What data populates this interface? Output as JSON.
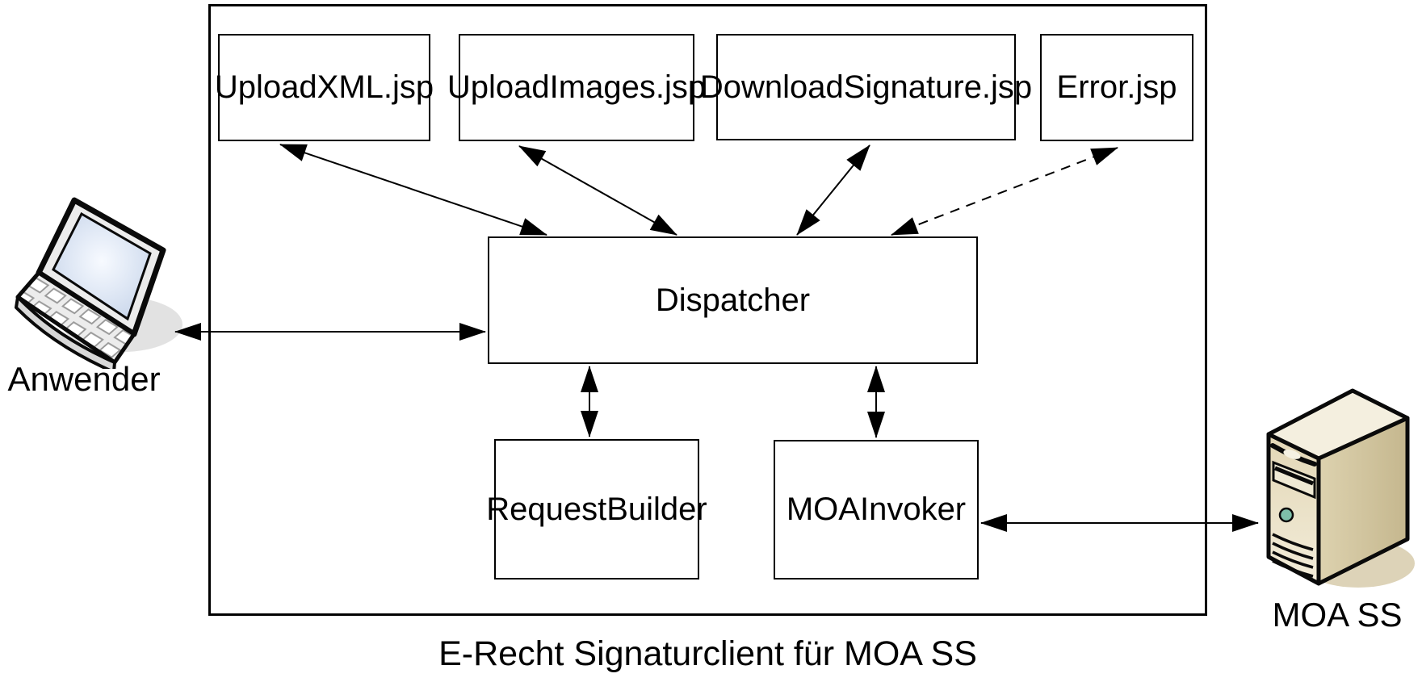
{
  "diagram": {
    "caption": "E-Recht Signaturclient für MOA SS",
    "nodes": {
      "upload_xml": {
        "label": "UploadXML.jsp"
      },
      "upload_images": {
        "label": "UploadImages.jsp"
      },
      "download_signature": {
        "label": "DownloadSignature.jsp"
      },
      "error": {
        "label": "Error.jsp"
      },
      "dispatcher": {
        "label": "Dispatcher"
      },
      "request_builder": {
        "label": "RequestBuilder"
      },
      "moa_invoker": {
        "label": "MOAInvoker"
      }
    },
    "actors": {
      "anwender": {
        "label": "Anwender",
        "icon": "laptop-icon"
      },
      "moa_ss": {
        "label": "MOA SS",
        "icon": "server-tower-icon"
      }
    },
    "connections": [
      {
        "from": "UploadXML.jsp",
        "to": "Dispatcher",
        "style": "solid",
        "bidirectional": true
      },
      {
        "from": "UploadImages.jsp",
        "to": "Dispatcher",
        "style": "solid",
        "bidirectional": true
      },
      {
        "from": "DownloadSignature.jsp",
        "to": "Dispatcher",
        "style": "solid",
        "bidirectional": true
      },
      {
        "from": "Error.jsp",
        "to": "Dispatcher",
        "style": "dashed",
        "bidirectional": true
      },
      {
        "from": "Anwender",
        "to": "Dispatcher",
        "style": "solid",
        "bidirectional": true
      },
      {
        "from": "Dispatcher",
        "to": "RequestBuilder",
        "style": "solid",
        "bidirectional": true
      },
      {
        "from": "Dispatcher",
        "to": "MOAInvoker",
        "style": "solid",
        "bidirectional": true
      },
      {
        "from": "MOAInvoker",
        "to": "MOA SS",
        "style": "solid",
        "bidirectional": true
      }
    ],
    "colors": {
      "line": "#000000",
      "box_fill": "#ffffff",
      "background": "#ffffff",
      "laptop_screen_blue": "#d9e3f3",
      "server_beige": "#e8dfc3",
      "server_side_tan": "#cfc29c",
      "button_teal": "#7ec0a9"
    }
  }
}
